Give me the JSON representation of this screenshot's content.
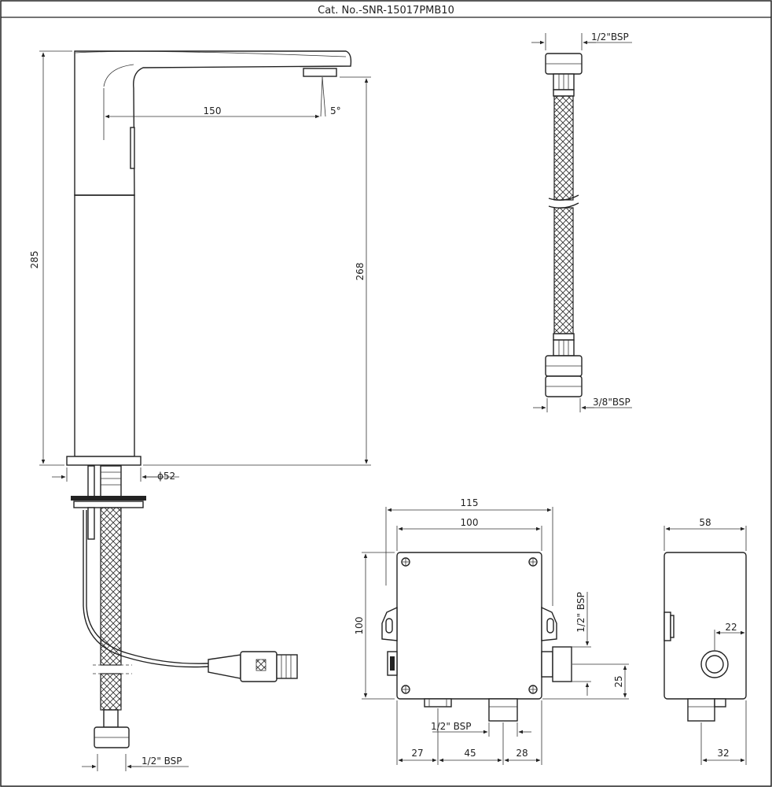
{
  "title": "Cat. No.-SNR-15017PMB10",
  "faucet": {
    "height_total": "285",
    "height_outlet": "268",
    "reach": "150",
    "angle": "5°",
    "base_dia": "ϕ52",
    "inlet": "1/2\" BSP"
  },
  "hose": {
    "top_thread": "1/2\"BSP",
    "bottom_thread": "3/8\"BSP"
  },
  "control_box": {
    "width_overall": "115",
    "width_body": "100",
    "height": "100",
    "outlet_thread": "1/2\" BSP",
    "side_thread": "1/2\" BSP",
    "offset_right": "25",
    "bottom_a": "27",
    "bottom_b": "45",
    "bottom_c": "28"
  },
  "side_view": {
    "depth": "58",
    "port_offset": "22",
    "bottom_offset": "32"
  },
  "colors": {
    "line": "#222222",
    "background": "#ffffff"
  }
}
